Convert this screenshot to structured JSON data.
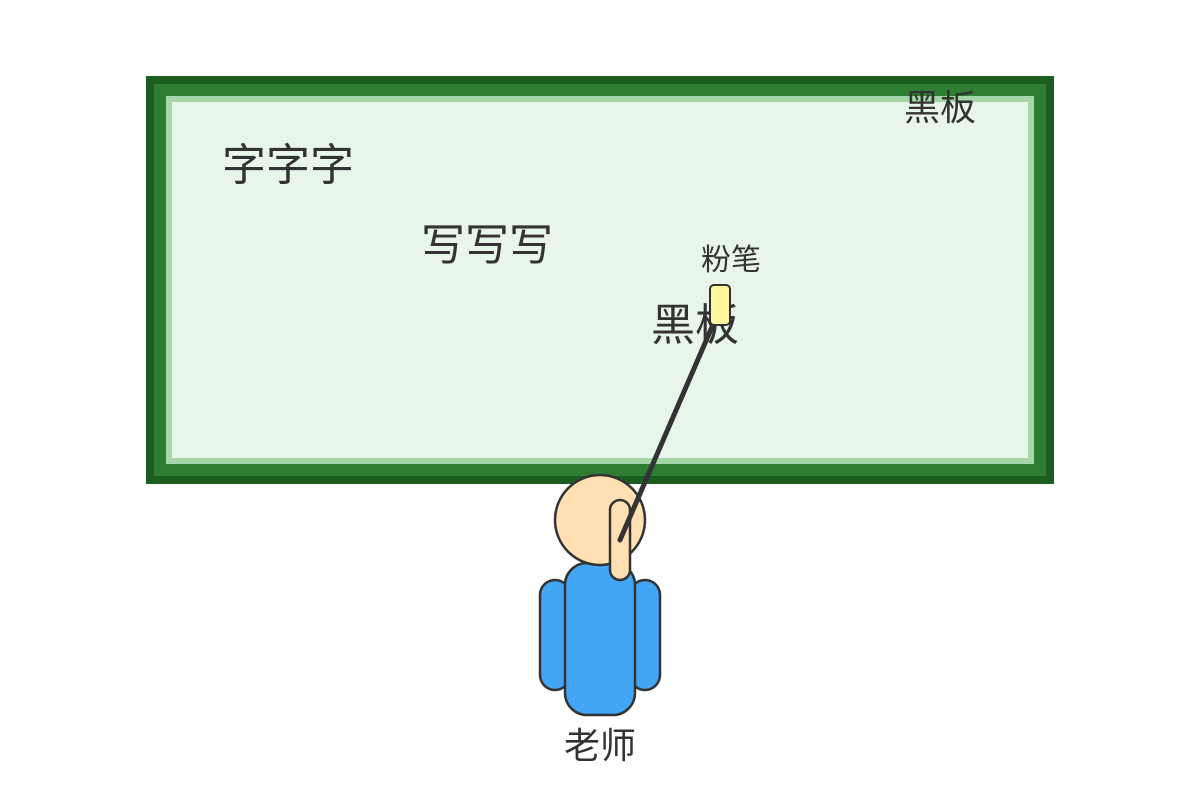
{
  "labels": {
    "board_title": "黑板",
    "board_line1": "字字字",
    "board_line2": "写写写",
    "board_line3": "黑板",
    "chalk": "粉笔",
    "teacher": "老师"
  },
  "colors": {
    "background": "#ffffff",
    "board_frame_outer": "#1b5e20",
    "board_frame_inner": "#2e7d32",
    "board_border": "#a5d6a7",
    "board_surface": "#e8f5e9",
    "text": "#333333",
    "skin": "#ffe0b2",
    "shirt": "#42a5f5",
    "outline": "#333333",
    "chalk": "#fff59d",
    "pointer": "#333333"
  }
}
